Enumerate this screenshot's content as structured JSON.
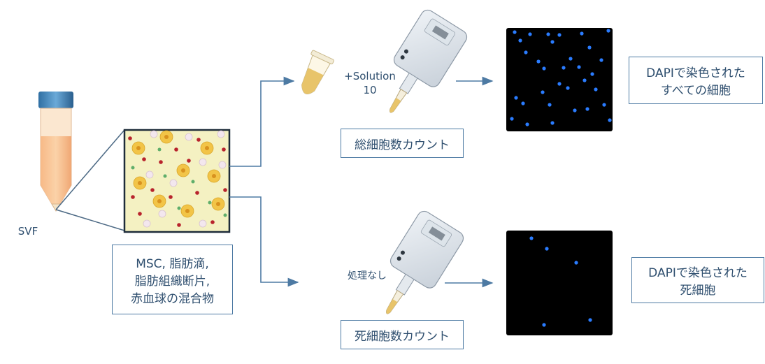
{
  "tube_label": "SVF",
  "mixture_box": {
    "lines": [
      "MSC, 脂肪滴,",
      "脂肪組織断片,",
      "赤血球の混合物"
    ]
  },
  "upper_branch": {
    "reagent_label": "+Solution\n10",
    "count_box": "総細胞数カウント",
    "stain_box": [
      "DAPIで染色された",
      "すべての細胞"
    ]
  },
  "lower_branch": {
    "reagent_label": "処理なし",
    "count_box": "死細胞数カウント",
    "stain_box": [
      "DAPIで染色された",
      "死細胞"
    ]
  },
  "colors": {
    "arrow": "#4d7aa3",
    "box_border": "#4d7aa3",
    "text": "#2f4f6f",
    "dapi_dot": "#2a7cff",
    "image_bg": "#000000",
    "zoom_bg": "#f4f1c2"
  }
}
